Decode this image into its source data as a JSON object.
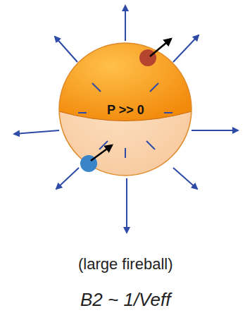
{
  "diagram": {
    "nodes": [
      {
        "text": [
          "P >> 0"
        ]
      }
    ],
    "labels": [
      "(large fireball)",
      "B2 ~ 1/Veff"
    ]
  }
}
